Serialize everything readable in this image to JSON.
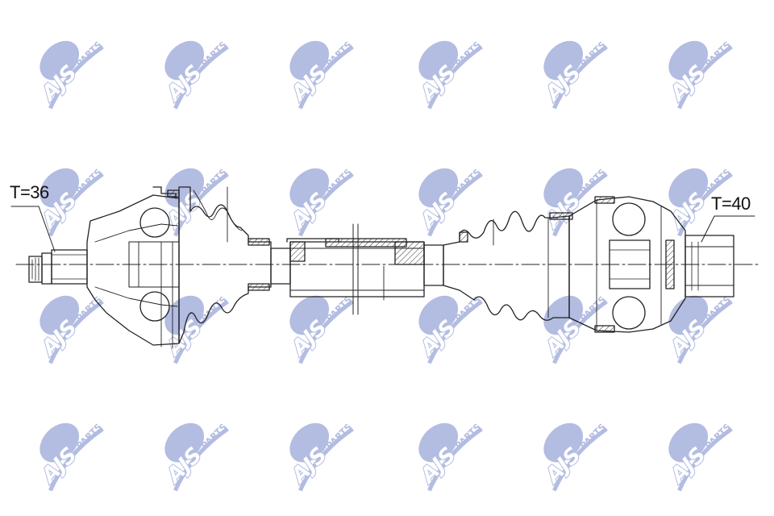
{
  "labels": {
    "left_thread": "T=36",
    "right_thread": "T=40"
  },
  "watermark": {
    "text": "AJS",
    "subtext": "PARTS",
    "color": "#9aa6d8"
  },
  "line_color": "#222222"
}
